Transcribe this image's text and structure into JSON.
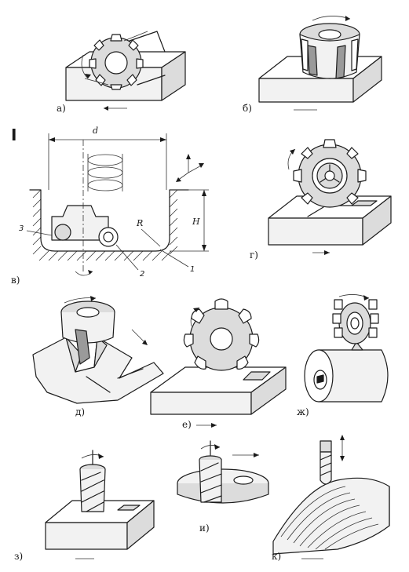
{
  "figure": {
    "panels": [
      {
        "id": "a",
        "label": "а)"
      },
      {
        "id": "b",
        "label": "б)"
      },
      {
        "id": "v",
        "label": "в)"
      },
      {
        "id": "g",
        "label": "г)"
      },
      {
        "id": "d",
        "label": "д)"
      },
      {
        "id": "e",
        "label": "е)"
      },
      {
        "id": "zh",
        "label": "ж)"
      },
      {
        "id": "z",
        "label": "з)"
      },
      {
        "id": "i",
        "label": "и)"
      },
      {
        "id": "k",
        "label": "к)"
      }
    ],
    "diagram_v": {
      "dim_d": "d",
      "dim_h": "H",
      "radius": "R",
      "marker": "I",
      "callouts": [
        "1",
        "2",
        "3"
      ]
    }
  }
}
